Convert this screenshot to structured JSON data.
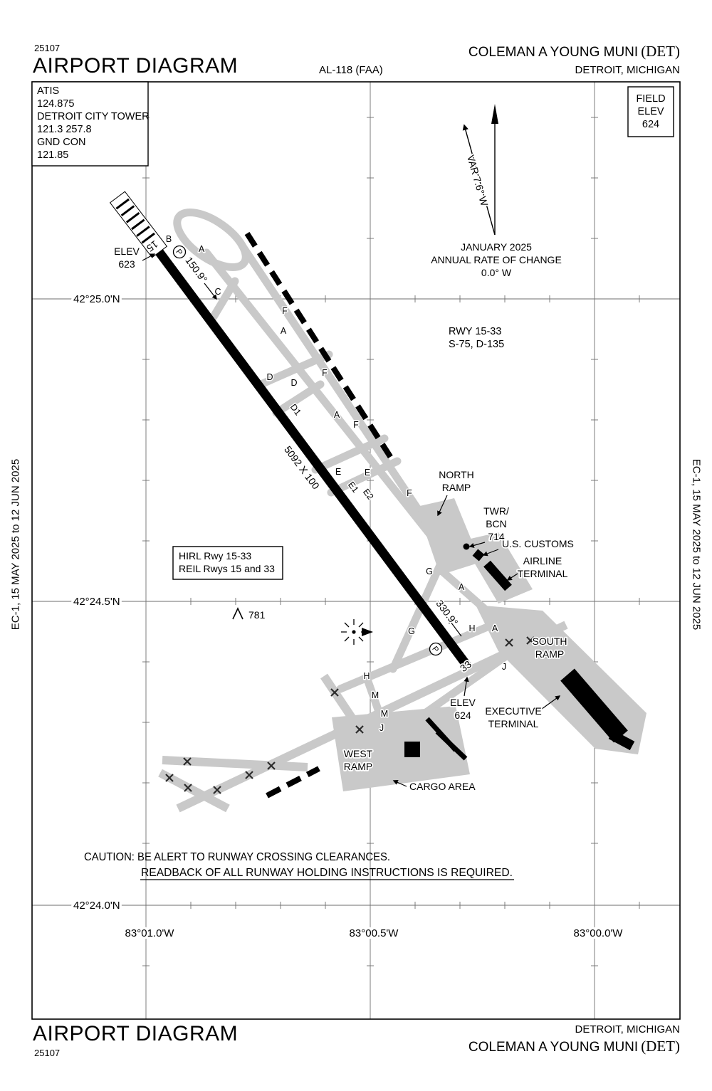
{
  "header": {
    "chart_number": "25107",
    "title": "AIRPORT DIAGRAM",
    "procedure_id": "AL-118 (FAA)",
    "airport_name": "COLEMAN A YOUNG MUNI",
    "airport_ident": "(DET)",
    "city": "DETROIT, MICHIGAN"
  },
  "footer": {
    "chart_number": "25107",
    "title": "AIRPORT DIAGRAM",
    "airport_name": "COLEMAN A YOUNG MUNI",
    "airport_ident": "(DET)",
    "city": "DETROIT, MICHIGAN"
  },
  "margin_dates": {
    "left": "EC-1, 15 MAY 2025 to 12 JUN 2025",
    "right": "EC-1, 15 MAY 2025 to 12 JUN 2025"
  },
  "comm": {
    "lines": [
      "ATIS",
      "124.875",
      "DETROIT CITY TOWER",
      "121.3 257.8",
      "GND CON",
      "121.85"
    ]
  },
  "field_elev": {
    "label1": "FIELD",
    "label2": "ELEV",
    "value": "624"
  },
  "magnetic": {
    "variation": "VAR 7.6° W",
    "date": "JANUARY 2025",
    "rate_label": "ANNUAL RATE OF CHANGE",
    "rate_value": "0.0° W"
  },
  "runway_info": {
    "line1": "RWY 15-33",
    "line2": "S-75, D-135"
  },
  "lighting": {
    "line1": "HIRL Rwy 15-33",
    "line2": "REIL Rwys 15 and 33"
  },
  "caution": {
    "line1": "CAUTION: BE ALERT TO RUNWAY CROSSING CLEARANCES.",
    "line2": "READBACK OF ALL RUNWAY HOLDING INSTRUCTIONS IS REQUIRED."
  },
  "graticule": {
    "lat": [
      "42°25.0'N",
      "42°24.5'N",
      "42°24.0'N"
    ],
    "lon": [
      "83°01.0'W",
      "83°00.5'W",
      "83°00.0'W"
    ]
  },
  "runway": {
    "id15": "15",
    "id33": "33",
    "hdg15": "150.9°",
    "hdg33": "330.9°",
    "size": "5092 X 100",
    "elev_label": "ELEV",
    "elev15": "623",
    "elev33": "624",
    "circled_symbol": "P"
  },
  "obstacle": {
    "value": "781"
  },
  "callouts": {
    "north_ramp1": "NORTH",
    "north_ramp2": "RAMP",
    "twr1": "TWR/",
    "twr2": "BCN",
    "twr3": "714",
    "customs": "U.S. CUSTOMS",
    "airline1": "AIRLINE",
    "airline2": "TERMINAL",
    "south1": "SOUTH",
    "south2": "RAMP",
    "exec1": "EXECUTIVE",
    "exec2": "TERMINAL",
    "west1": "WEST",
    "west2": "RAMP",
    "cargo": "CARGO AREA"
  },
  "taxiways": [
    "B",
    "A",
    "C",
    "F",
    "A",
    "D",
    "D",
    "F",
    "D1",
    "A",
    "F",
    "E",
    "E1",
    "E",
    "E2",
    "F",
    "G",
    "A",
    "G",
    "H",
    "A",
    "H",
    "J",
    "M",
    "M",
    "J"
  ],
  "colors": {
    "pavement_gray": "#c9c9c9",
    "ink": "#000000"
  }
}
